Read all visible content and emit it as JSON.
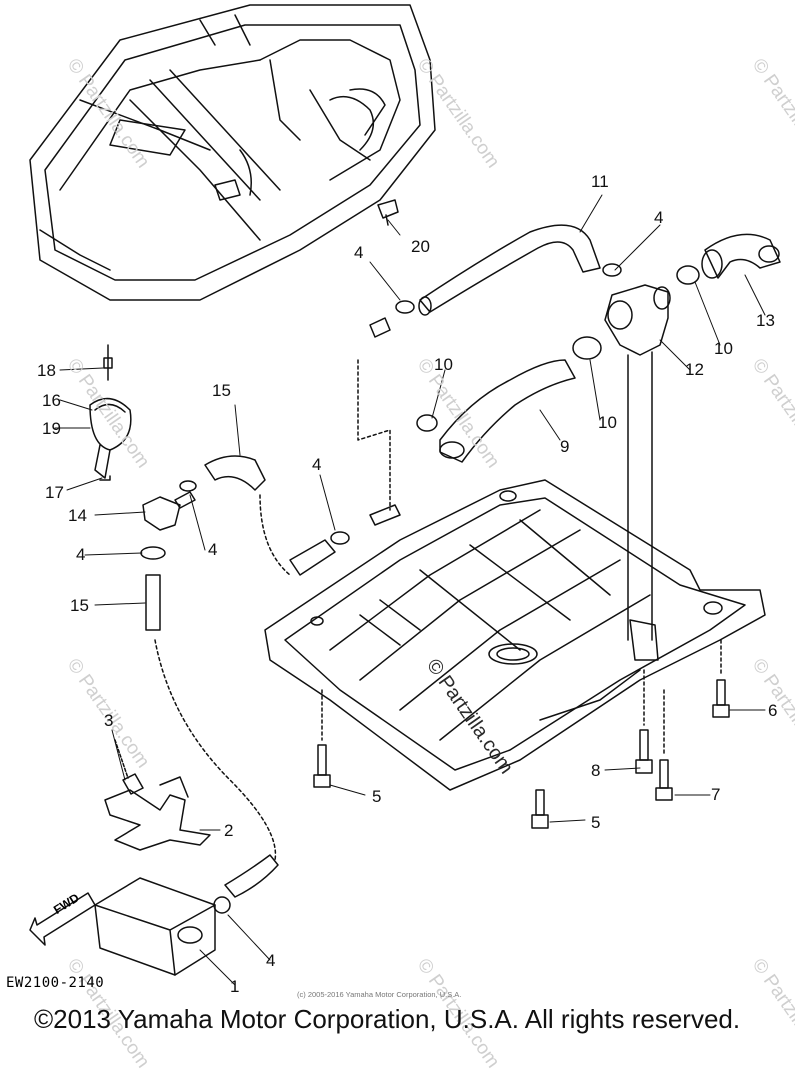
{
  "diagram": {
    "code": "EW2100-2140",
    "fwd_label": "FWD",
    "small_copyright": "(c) 2005-2016 Yamaha Motor Corporation, U.S.A.",
    "footer_copyright": "©2013 Yamaha Motor Corporation, U.S.A. All rights reserved.",
    "watermark": "© Partzilla.com",
    "callouts": {
      "c1": "1",
      "c2": "2",
      "c3": "3",
      "c4a": "4",
      "c4b": "4",
      "c4c": "4",
      "c4d": "4",
      "c4e": "4",
      "c4f": "4",
      "c5a": "5",
      "c5b": "5",
      "c6": "6",
      "c7": "7",
      "c8": "8",
      "c9": "9",
      "c10a": "10",
      "c10b": "10",
      "c10c": "10",
      "c11": "11",
      "c12": "12",
      "c13": "13",
      "c14": "14",
      "c15a": "15",
      "c15b": "15",
      "c16": "16",
      "c17": "17",
      "c18": "18",
      "c19": "19",
      "c20": "20"
    }
  }
}
